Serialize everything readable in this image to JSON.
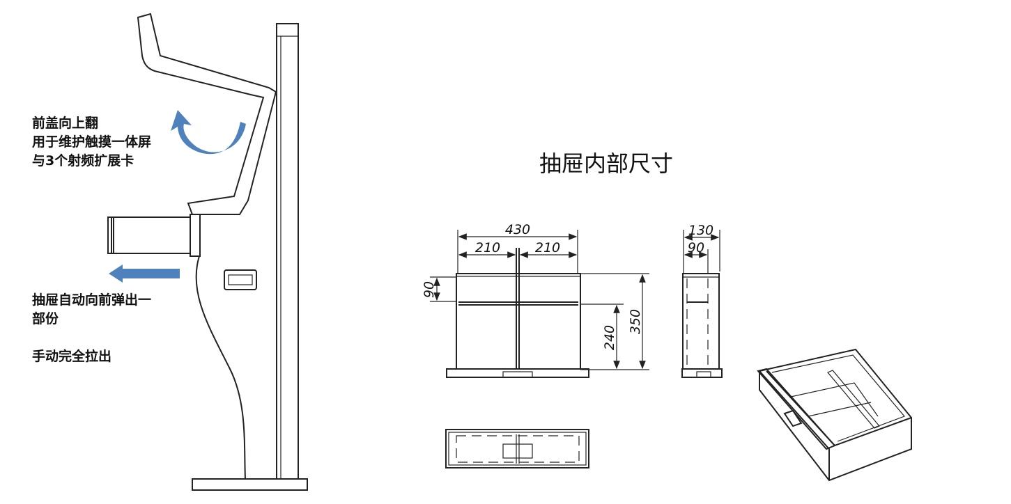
{
  "notes": {
    "cover_line1": "前盖向上翻",
    "cover_line2": "用于维护触摸一体屏",
    "cover_line3": "与3个射频扩展卡",
    "drawer_line1": "抽屉自动向前弹出一",
    "drawer_line2": "部份",
    "drawer_line3": "手动完全拉出"
  },
  "title": "抽屉内部尺寸",
  "dimensions": {
    "total_width": "430",
    "left_width": "210",
    "right_width": "210",
    "top_compartment_height": "90",
    "lower_height": "240",
    "total_height": "350",
    "side_depth": "130",
    "side_inner": "90"
  },
  "colors": {
    "arrow": "#4f81bd",
    "line": "#222222"
  }
}
